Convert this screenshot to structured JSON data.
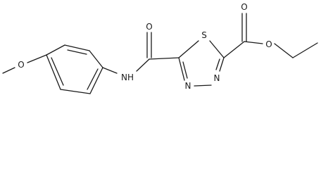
{
  "molecule": {
    "atoms": {
      "methoxy_o": "O",
      "amide_n": "NH",
      "amide_o": "O",
      "ring_s": "S",
      "ring_n_right": "N",
      "ring_n_bottom": "N",
      "ester_o_carbonyl": "O",
      "ester_o_single": "O"
    }
  }
}
